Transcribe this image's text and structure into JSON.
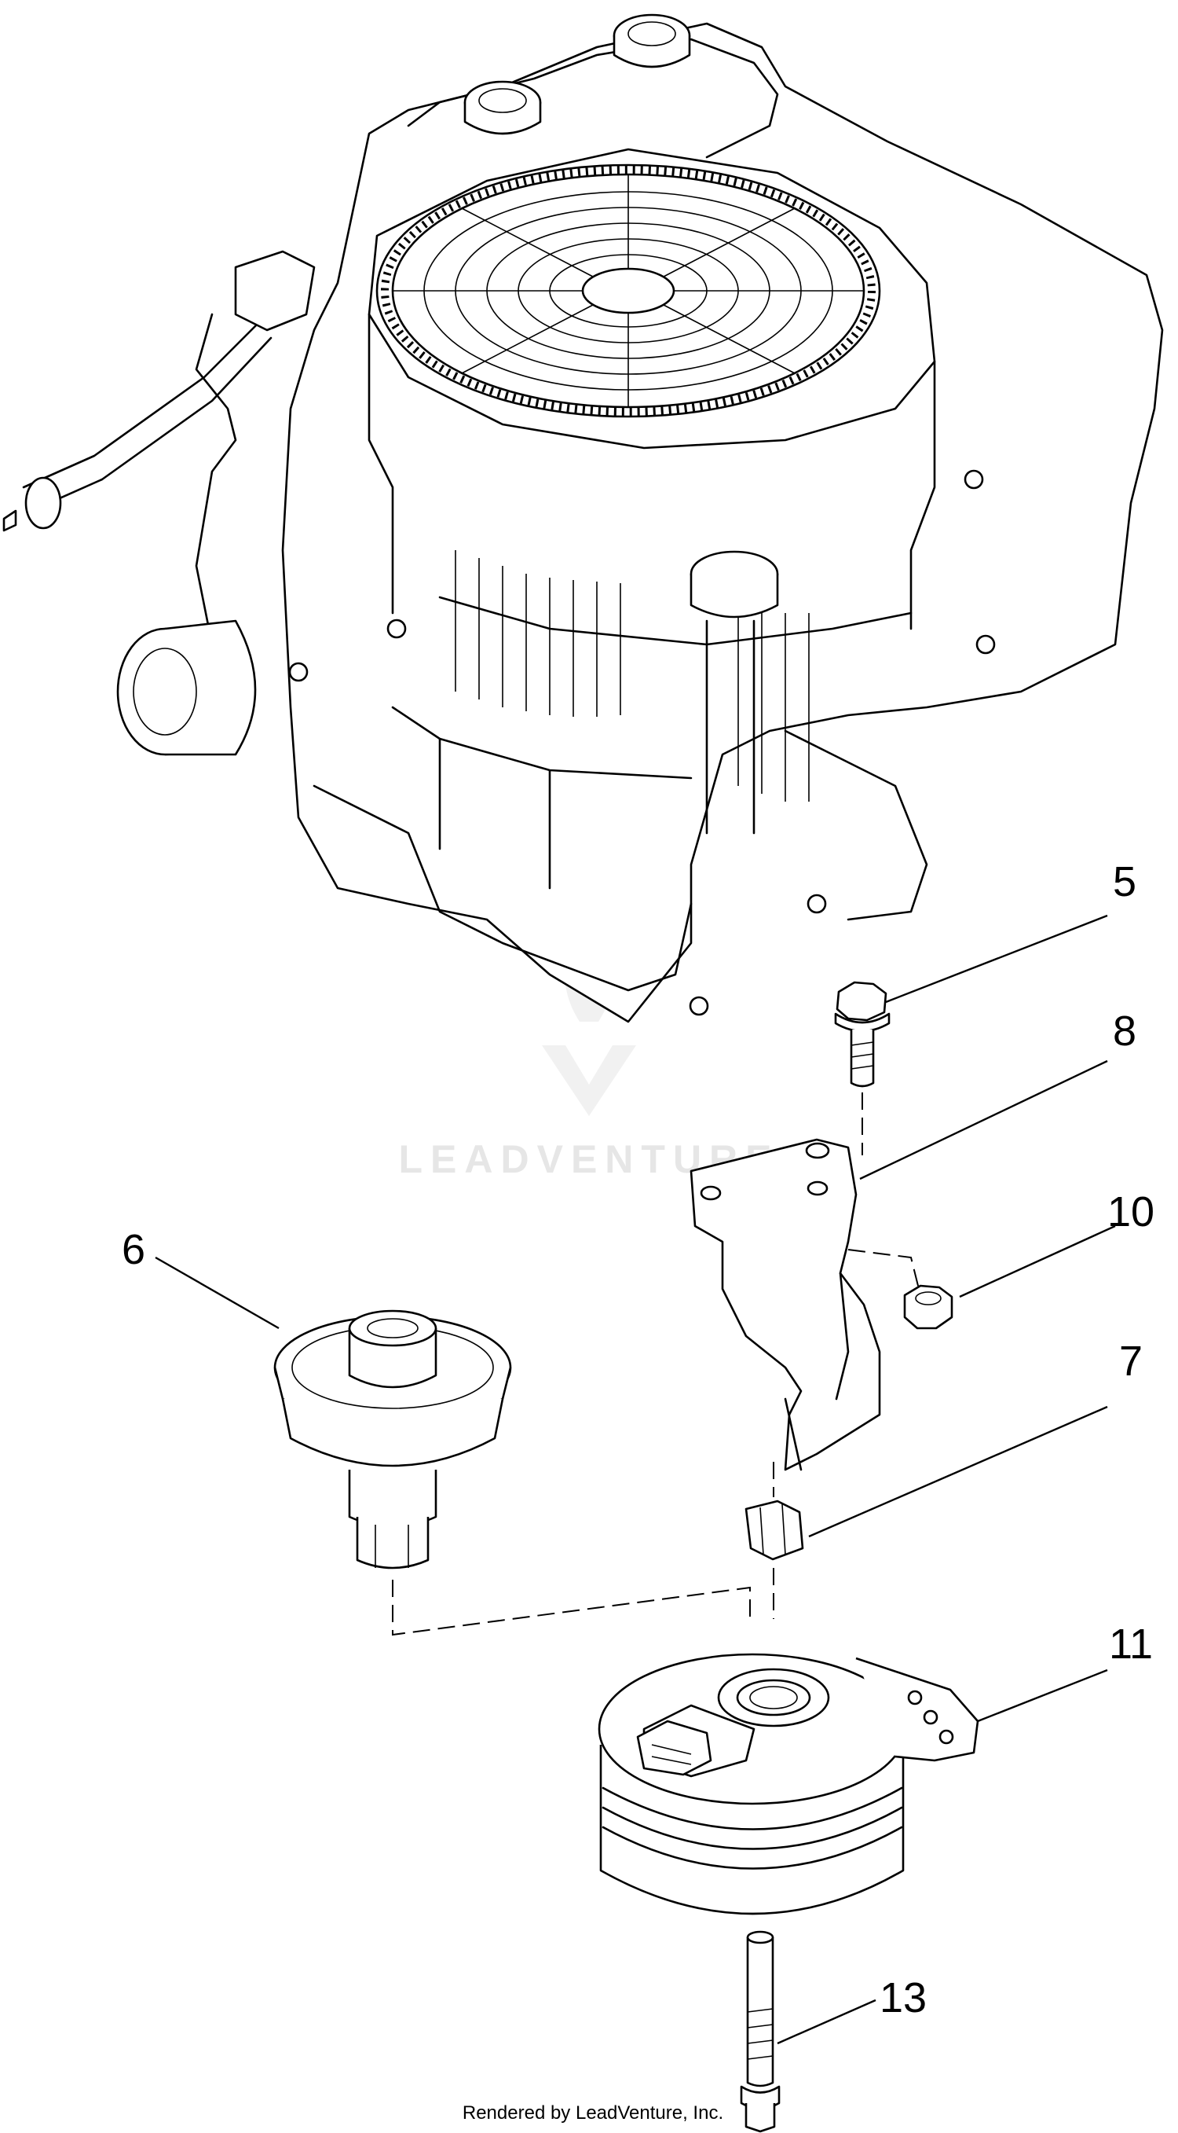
{
  "diagram": {
    "callouts": {
      "c5": "5",
      "c8": "8",
      "c10": "10",
      "c6": "6",
      "c7": "7",
      "c11": "11",
      "c13": "13"
    },
    "watermark": "LEADVENTURE",
    "footer": "Rendered by LeadVenture, Inc.",
    "colors": {
      "line": "#000000",
      "background": "#ffffff",
      "watermark": "#e6e6e6"
    }
  }
}
